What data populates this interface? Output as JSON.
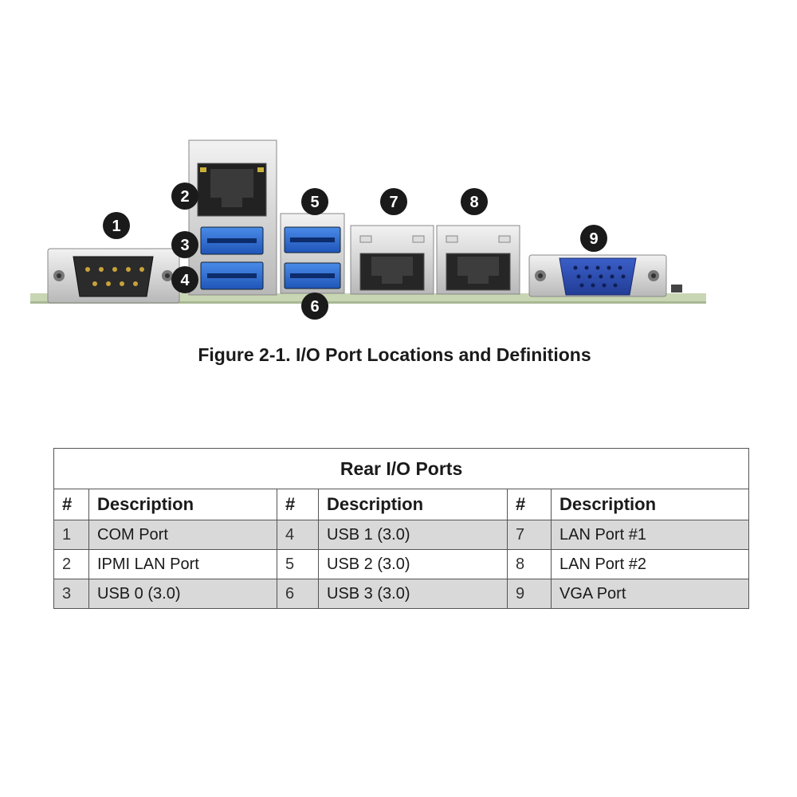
{
  "figure": {
    "caption": "Figure 2-1. I/O Port Locations and Definitions",
    "callouts": [
      "1",
      "2",
      "3",
      "4",
      "5",
      "6",
      "7",
      "8",
      "9"
    ]
  },
  "table": {
    "title": "Rear I/O Ports",
    "headers": [
      "#",
      "Description",
      "#",
      "Description",
      "#",
      "Description"
    ],
    "rows": [
      [
        "1",
        "COM Port",
        "4",
        "USB 1 (3.0)",
        "7",
        "LAN Port #1"
      ],
      [
        "2",
        "IPMI LAN Port",
        "5",
        "USB 2 (3.0)",
        "8",
        "LAN Port #2"
      ],
      [
        "3",
        "USB 0 (3.0)",
        "6",
        "USB 3 (3.0)",
        "9",
        "VGA Port"
      ]
    ]
  },
  "colors": {
    "usb_blue": "#2f6fd6",
    "vga_blue": "#2946a8",
    "callout_badge": "#1a1a1a",
    "row_shade": "#d9d9d9",
    "board_green": "#c9d6b3"
  }
}
